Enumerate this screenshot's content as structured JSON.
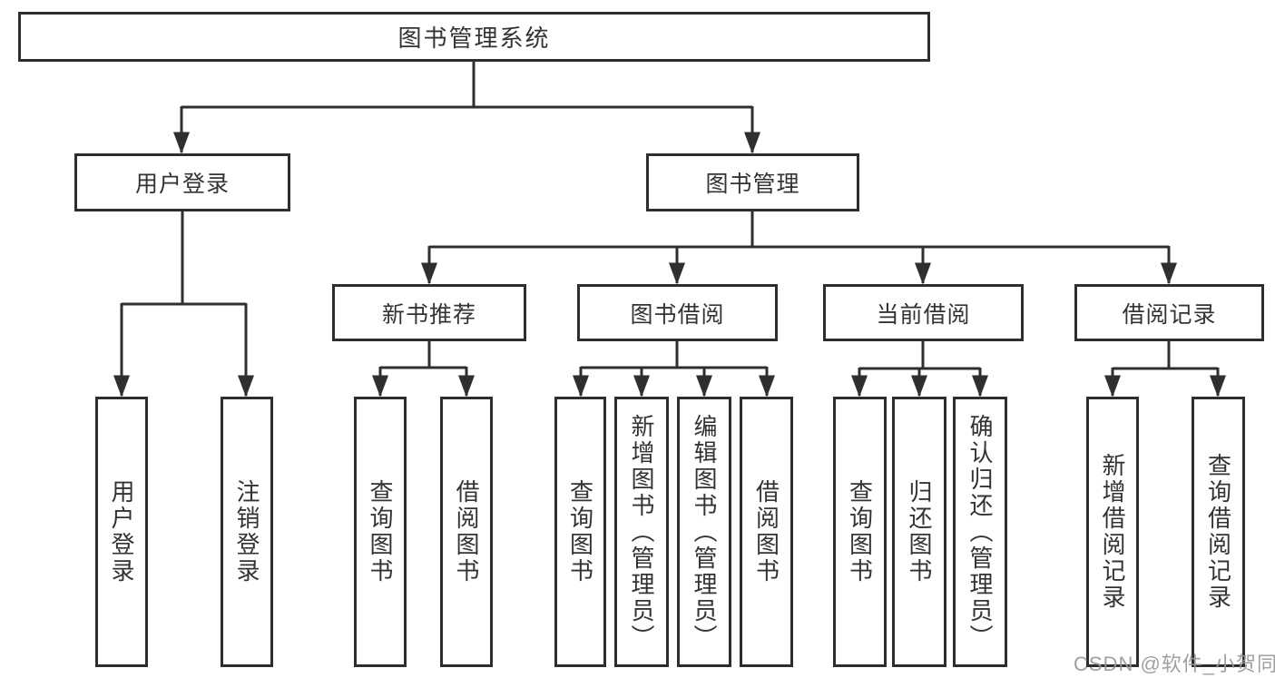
{
  "diagram": {
    "root": {
      "label": "图书管理系统"
    },
    "branches": [
      {
        "label": "用户登录",
        "children": [
          {
            "label": "用户登录"
          },
          {
            "label": "注销登录"
          }
        ]
      },
      {
        "label": "图书管理",
        "children": [
          {
            "label": "新书推荐",
            "children": [
              {
                "label": "查询图书"
              },
              {
                "label": "借阅图书"
              }
            ]
          },
          {
            "label": "图书借阅",
            "children": [
              {
                "label": "查询图书"
              },
              {
                "label": "新增图书（管理员）"
              },
              {
                "label": "编辑图书（管理员）"
              },
              {
                "label": "借阅图书"
              }
            ]
          },
          {
            "label": "当前借阅",
            "children": [
              {
                "label": "查询图书"
              },
              {
                "label": "归还图书"
              },
              {
                "label": "确认归还（管理员）"
              }
            ]
          },
          {
            "label": "借阅记录",
            "children": [
              {
                "label": "新增借阅记录"
              },
              {
                "label": "查询借阅记录"
              }
            ]
          }
        ]
      }
    ]
  },
  "watermark": {
    "text": "CSDN @软件_小贺同学"
  },
  "colors": {
    "line": "#2f2f2f",
    "box_border": "#2e2e2e",
    "text": "#333333",
    "background": "#ffffff",
    "watermark": "#96989b"
  }
}
